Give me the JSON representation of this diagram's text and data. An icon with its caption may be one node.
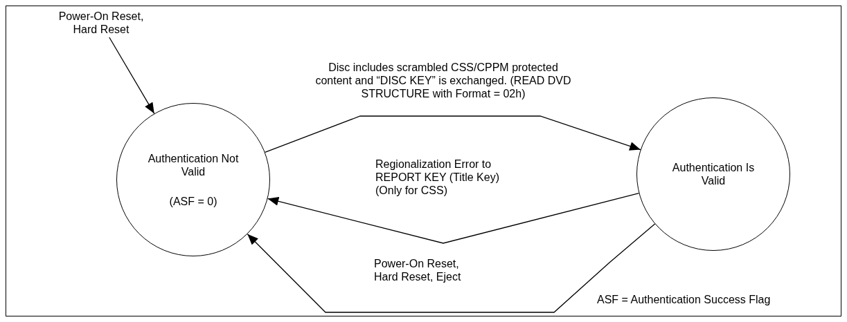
{
  "diagram": {
    "nodes": [
      {
        "text": [
          "Power-On Reset, Hard Reset"
        ]
      },
      {
        "text": [
          "Authentication Not Valid",
          "(ASF = 0)"
        ]
      },
      {
        "text": [
          "Authentication Is Valid"
        ]
      }
    ],
    "edges": [
      {
        "from": 0,
        "to": 1,
        "arrow": "to"
      },
      {
        "from": 1,
        "to": 2,
        "arrow": "to",
        "label": "Disc includes scrambled CSS/CPPM protected content and “DISC KEY” is exchanged. (READ DVD STRUCTURE with Format = 02h)"
      },
      {
        "from": 2,
        "to": 1,
        "arrow": "to",
        "label": "Regionalization Error to REPORT KEY (Title Key) (Only for CSS)"
      },
      {
        "from": 2,
        "to": 1,
        "arrow": "to",
        "label": "Power-On Reset, Hard Reset, Eject"
      }
    ],
    "labels": [
      "ASF = Authentication Success Flag"
    ]
  }
}
